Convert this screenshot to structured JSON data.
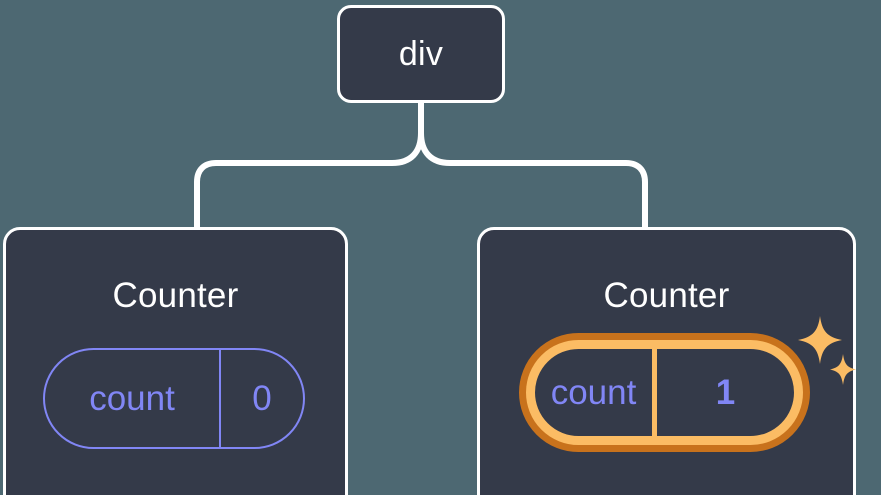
{
  "diagram": {
    "type": "component-tree",
    "title_semantic": "react-component-tree-with-state",
    "background_color": "#4d6872",
    "node_fill_color": "#343a49",
    "node_border_color": "#ffffff",
    "state_color": "#8186f5",
    "highlight_outer_color": "#c8721c",
    "highlight_inner_color": "#fbbc64",
    "sparkle_color": "#fbbc64",
    "connector_color": "#ffffff"
  },
  "root": {
    "label": "div"
  },
  "children": [
    {
      "label": "Counter",
      "state": {
        "key": "count",
        "value": "0",
        "highlighted": false
      }
    },
    {
      "label": "Counter",
      "state": {
        "key": "count",
        "value": "1",
        "highlighted": true
      },
      "sparkle_icons": [
        "sparkle-large",
        "sparkle-small"
      ]
    }
  ]
}
